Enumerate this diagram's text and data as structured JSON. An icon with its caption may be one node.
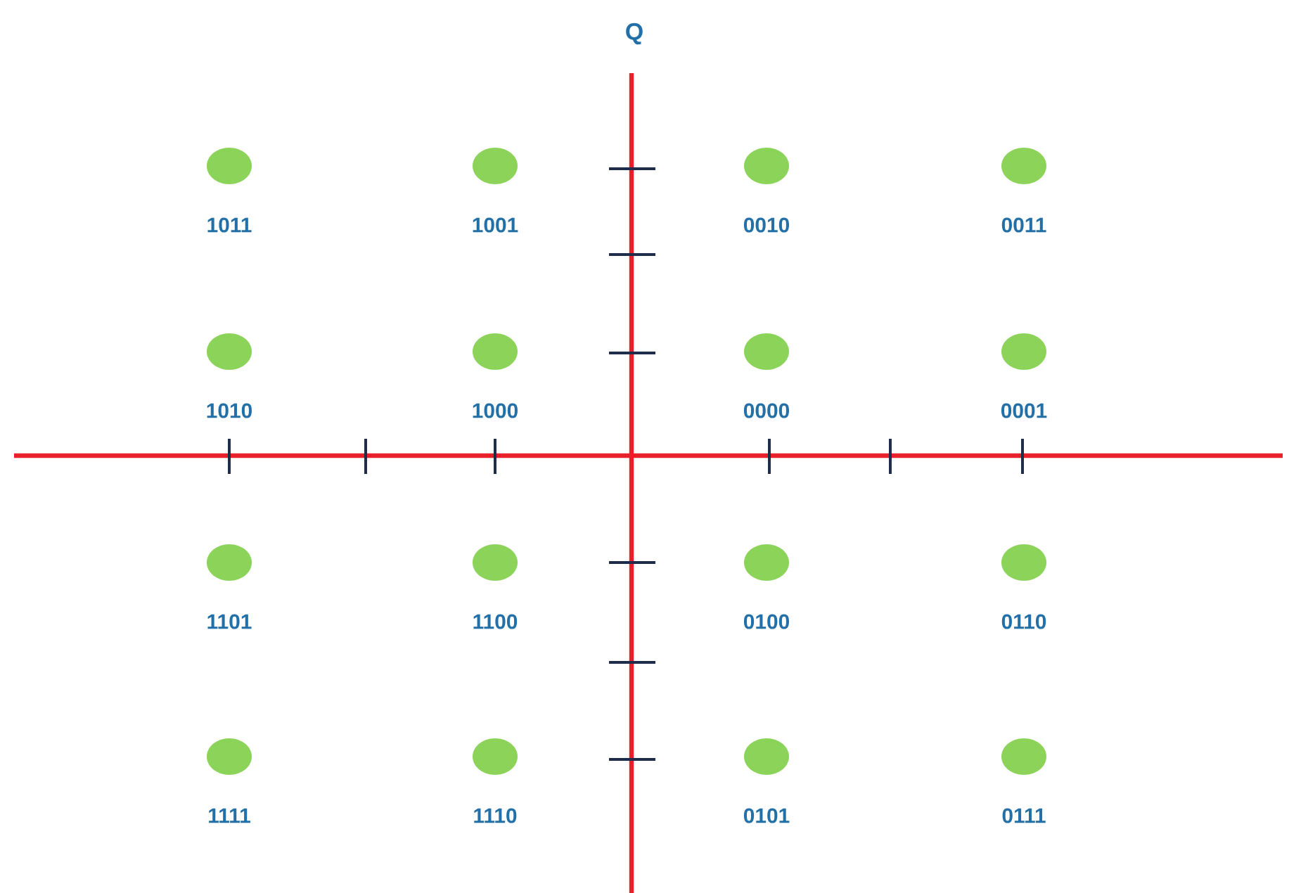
{
  "diagram": {
    "nodes": [
      {
        "text": [
          "1011"
        ]
      },
      {
        "text": [
          "1001"
        ]
      },
      {
        "text": [
          "0010"
        ]
      },
      {
        "text": [
          "0011"
        ]
      },
      {
        "text": [
          "1010"
        ]
      },
      {
        "text": [
          "1000"
        ]
      },
      {
        "text": [
          "0000"
        ]
      },
      {
        "text": [
          "0001"
        ]
      },
      {
        "text": [
          "1101"
        ]
      },
      {
        "text": [
          "1100"
        ]
      },
      {
        "text": [
          "0100"
        ]
      },
      {
        "text": [
          "0110"
        ]
      },
      {
        "text": [
          "1111"
        ]
      },
      {
        "text": [
          "1110"
        ]
      },
      {
        "text": [
          "0101"
        ]
      },
      {
        "text": [
          "0111"
        ]
      }
    ],
    "labels": [
      "Q"
    ]
  }
}
